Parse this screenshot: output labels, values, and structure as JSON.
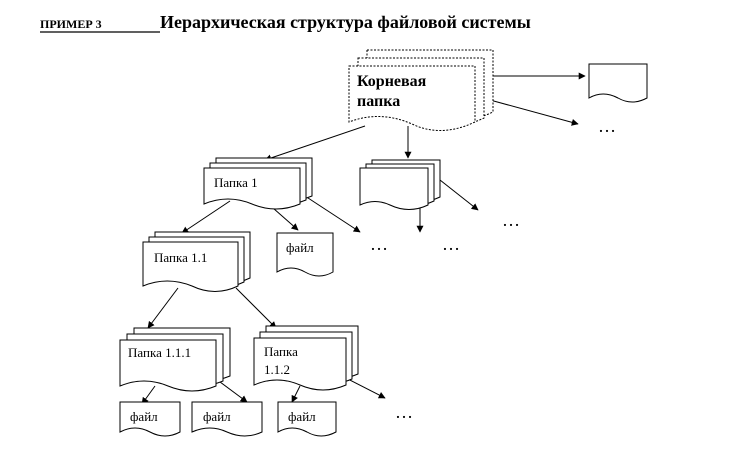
{
  "header": {
    "example_label": "ПРИМЕР 3",
    "title": "Иерархическая структура файловой системы"
  },
  "nodes": {
    "root_line1": "Корневая",
    "root_line2": "папка",
    "folder_1": "Папка 1",
    "folder_1_1": "Папка 1.1",
    "folder_1_1_1": "Папка 1.1.1",
    "folder_1_1_2_line1": "Папка",
    "folder_1_1_2_line2": "1.1.2",
    "file": "файл"
  },
  "ellipsis": "…"
}
